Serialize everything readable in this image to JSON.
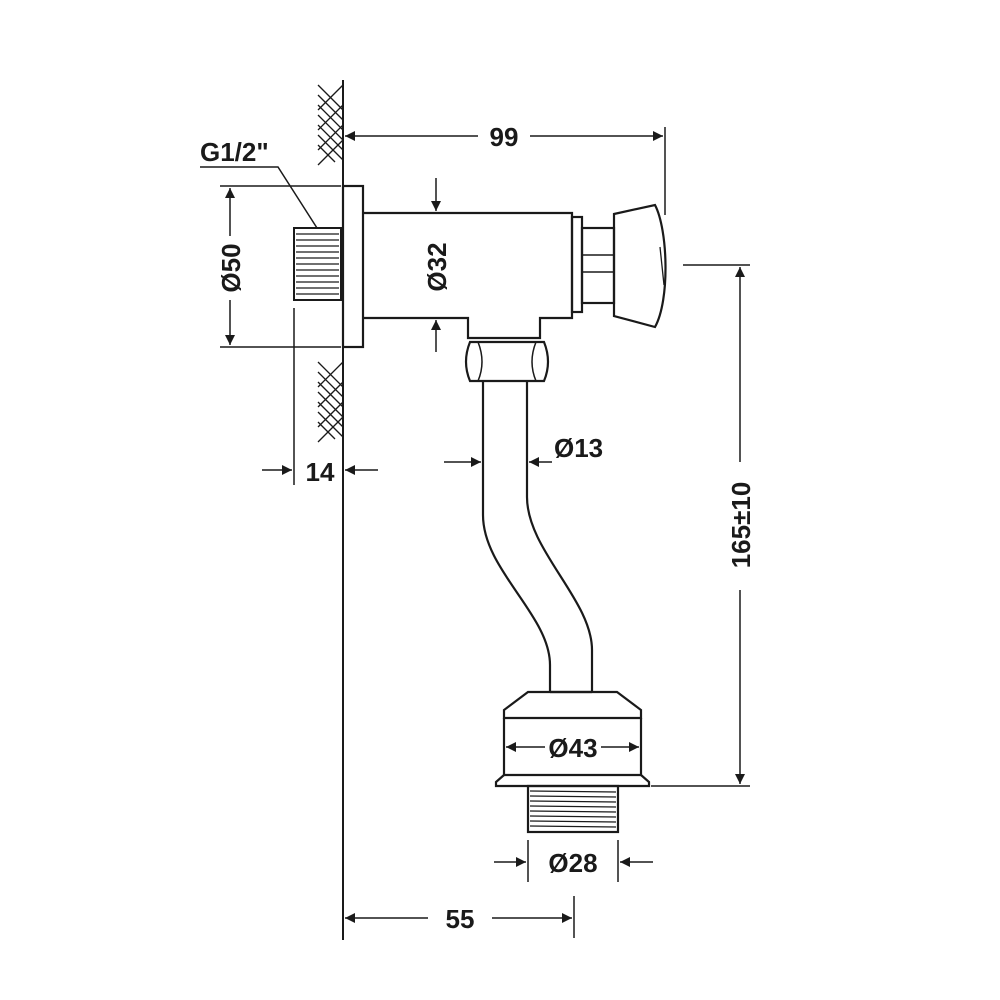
{
  "dimensions": {
    "thread_in": "G1/2\"",
    "flange_diameter": "Ø50",
    "flange_depth": "14",
    "body_length": "99",
    "body_diameter": "Ø32",
    "pipe_diameter": "Ø13",
    "total_height": "165±10",
    "outlet_cap_diameter": "Ø43",
    "outlet_thread_diameter": "Ø28",
    "outlet_offset": "55"
  },
  "colors": {
    "line": "#1a1a1a",
    "background": "#ffffff"
  }
}
